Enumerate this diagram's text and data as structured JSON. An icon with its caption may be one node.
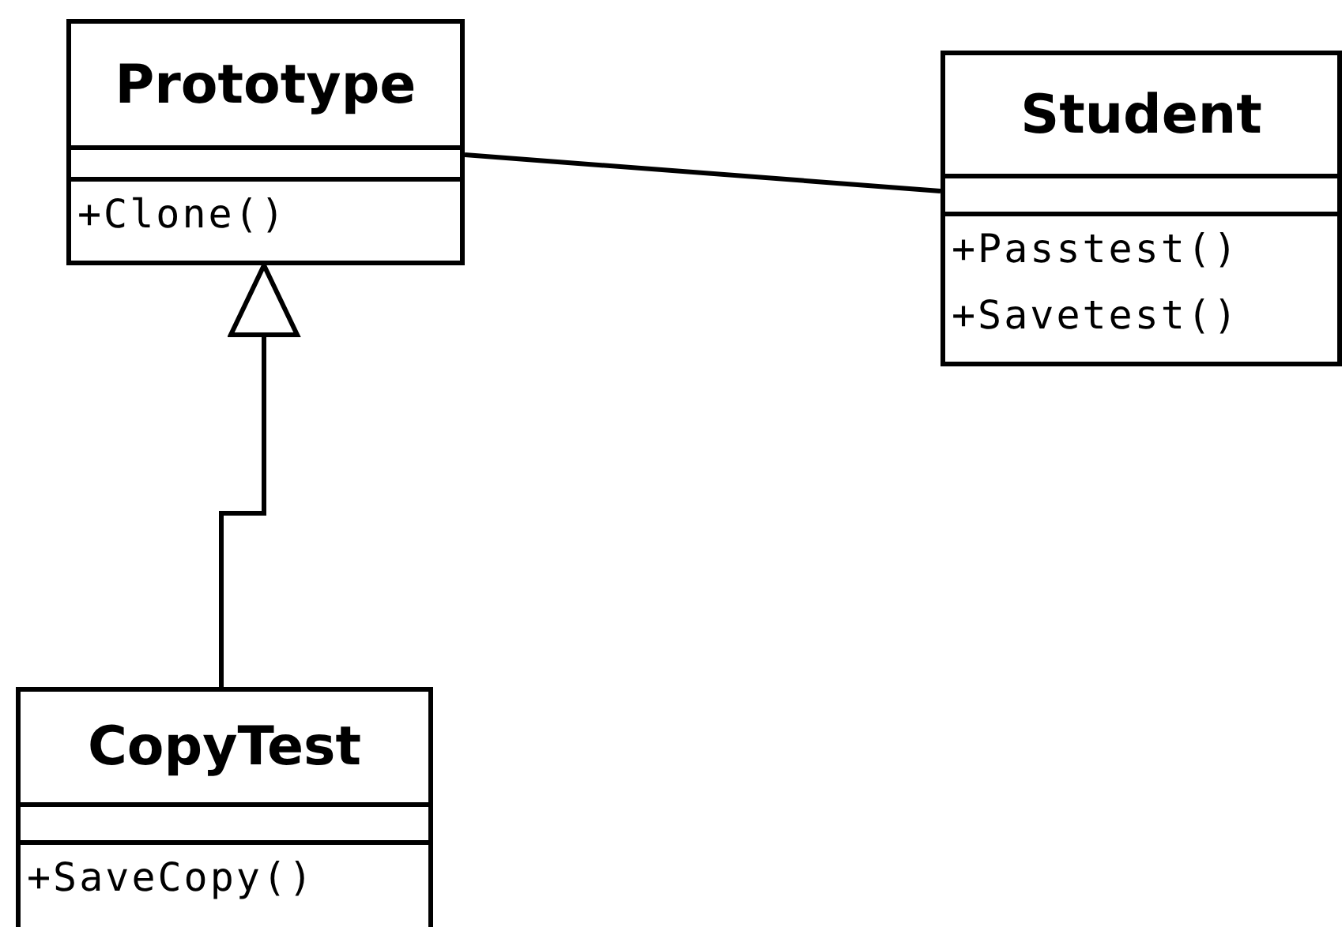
{
  "diagram": {
    "nodes": [
      {
        "text": [
          "Prototype",
          "+Clone()"
        ]
      },
      {
        "text": [
          "Student",
          "+Passtest()",
          "+Savetest()"
        ]
      },
      {
        "text": [
          "CopyTest",
          "+SaveCopy()"
        ]
      }
    ],
    "edges": [
      {
        "from": 0,
        "to": 1,
        "arrow": "none"
      },
      {
        "from": 2,
        "to": 0,
        "arrow": "to"
      }
    ]
  }
}
